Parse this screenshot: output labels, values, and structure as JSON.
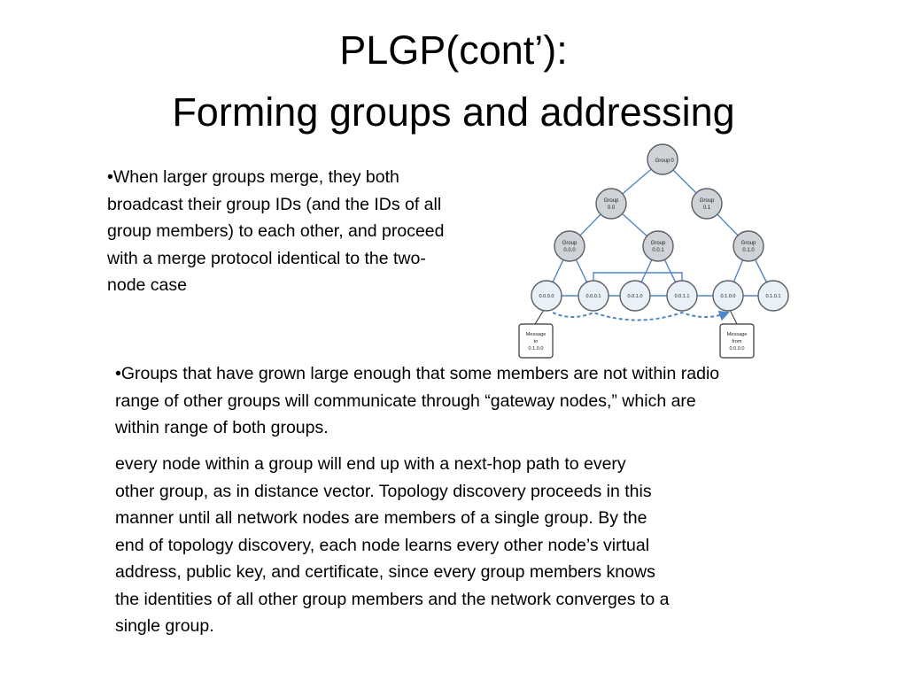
{
  "slide": {
    "title_line1": "PLGP(cont’):",
    "title_line2": "Forming groups and addressing",
    "bullet1_lines": [
      "•When larger groups merge, they both",
      "broadcast their group IDs (and the IDs of all",
      "group members) to each other, and proceed",
      "with a merge protocol identical to the two-",
      "node case"
    ],
    "bullet2_lines": [
      "•Groups that have grown large enough that some members are not within radio",
      "range of other groups will communicate through “gateway nodes,” which are",
      "within range of both groups."
    ],
    "paragraph_lines": [
      "every node within a group will end up with a next-hop path to every",
      "other group, as in distance vector. Topology discovery proceeds in this",
      "manner until all network nodes are members of a single group. By the",
      "end of topology discovery, each node learns every other node’s virtual",
      "address, public key, and certificate, since every group members knows",
      "the identities of all other group members and the network converges to a",
      "single group."
    ]
  },
  "diagram": {
    "root": {
      "label1": "Group",
      "label2": "0"
    },
    "level1": [
      {
        "label1": "Group",
        "label2": "0.0"
      },
      {
        "label1": "Group",
        "label2": "0.1"
      }
    ],
    "level2": [
      {
        "label1": "Group",
        "label2": "0.0.0"
      },
      {
        "label1": "Group",
        "label2": "0.0.1"
      },
      {
        "label1": "Group",
        "label2": "0.1.0"
      }
    ],
    "leaves": [
      "0.0.0.0",
      "0.0.0.1",
      "0.0.1.0",
      "0.0.1.1",
      "0.1.0.0",
      "0.1.0.1"
    ],
    "message_left": {
      "line1": "Message",
      "line2": "to",
      "line3": "0.1.0.0"
    },
    "message_right": {
      "line1": "Message",
      "line2": "from",
      "line3": "0.0.0.0"
    },
    "colors": {
      "edge": "#4f86c6",
      "group_node": "#cfd3d8",
      "leaf_node": "#eaf0f8"
    }
  }
}
